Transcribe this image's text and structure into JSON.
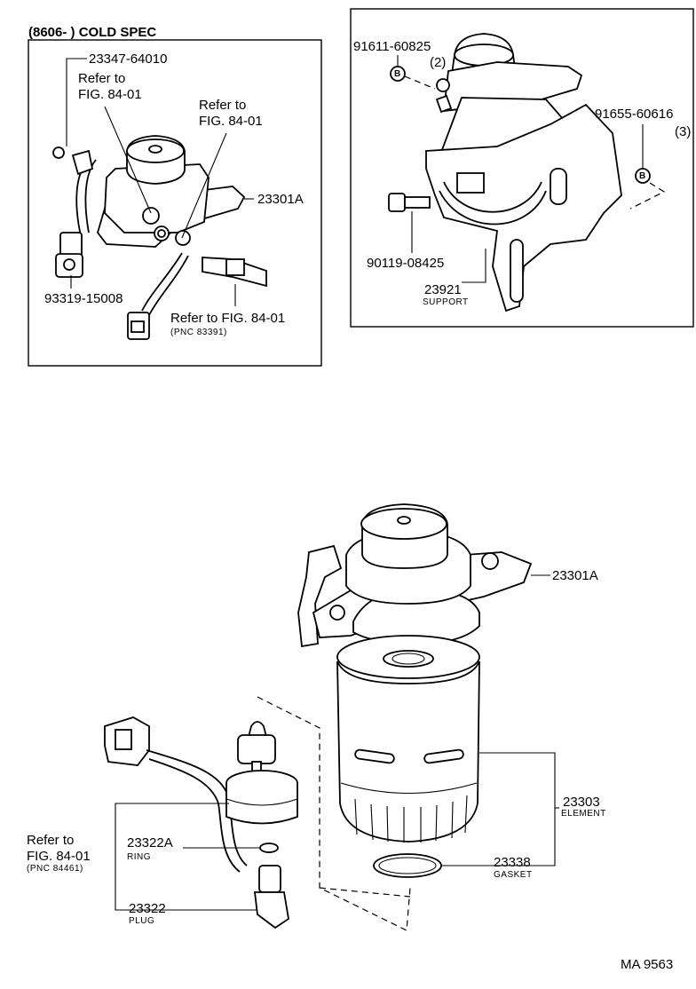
{
  "cold_spec": {
    "heading": "(8606-        ) COLD SPEC",
    "part_23347": "23347-64010",
    "refer_a_line1": "Refer to",
    "refer_a_line2": "FIG. 84-01",
    "refer_b_line1": "Refer to",
    "refer_b_line2": "FIG. 84-01",
    "part_23301a": "23301A",
    "part_93319": "93319-15008",
    "refer_c": "Refer to FIG. 84-01",
    "refer_c_pnc": "(PNC 83391)"
  },
  "support_box": {
    "part_91611": "91611-60825",
    "qty_91611": "(2)",
    "badge_b1": "B",
    "part_91655": "91655-60616",
    "qty_91655": "(3)",
    "badge_b2": "B",
    "part_90119": "90119-08425",
    "part_23921": "23921",
    "name_23921": "SUPPORT"
  },
  "main": {
    "part_23301a": "23301A",
    "part_23303": "23303",
    "name_23303": "ELEMENT",
    "part_23338": "23338",
    "name_23338": "GASKET",
    "refer_line1": "Refer to",
    "refer_line2": "FIG. 84-01",
    "refer_pnc": "(PNC 84461)",
    "part_23322a": "23322A",
    "name_23322a": "RING",
    "part_23322": "23322",
    "name_23322": "PLUG"
  },
  "figure_code": "MA 9563"
}
